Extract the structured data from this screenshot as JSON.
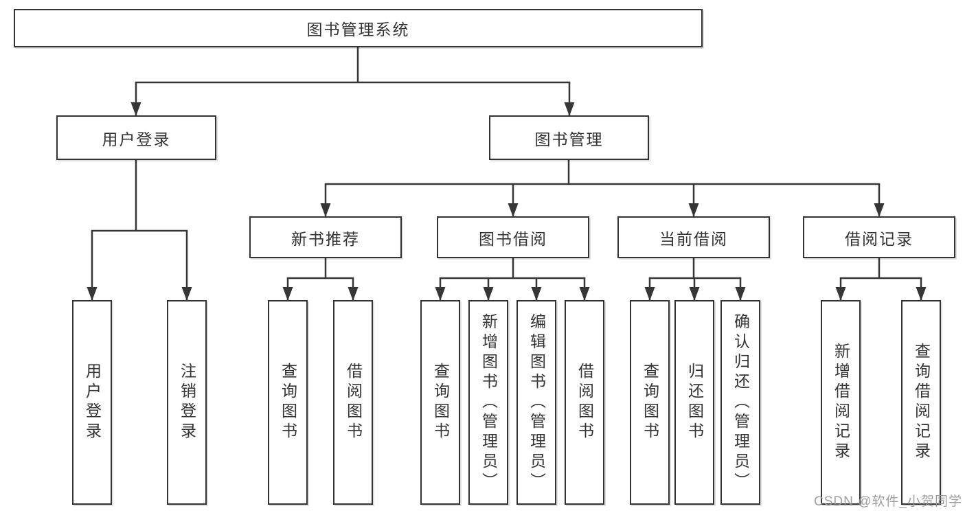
{
  "diagram": {
    "root": {
      "label": "图书管理系统"
    },
    "user_login": {
      "label": "用户登录",
      "children": [
        {
          "label": "用户登录"
        },
        {
          "label": "注销登录"
        }
      ]
    },
    "book_mgmt": {
      "label": "图书管理",
      "sections": [
        {
          "label": "新书推荐",
          "children": [
            {
              "label": "查询图书"
            },
            {
              "label": "借阅图书"
            }
          ]
        },
        {
          "label": "图书借阅",
          "children": [
            {
              "label": "查询图书"
            },
            {
              "label": "新增图书（管理员）"
            },
            {
              "label": "编辑图书（管理员）"
            },
            {
              "label": "借阅图书"
            }
          ]
        },
        {
          "label": "当前借阅",
          "children": [
            {
              "label": "查询图书"
            },
            {
              "label": "归还图书"
            },
            {
              "label": "确认归还（管理员）"
            }
          ]
        },
        {
          "label": "借阅记录",
          "children": [
            {
              "label": "新增借阅记录"
            },
            {
              "label": "查询借阅记录"
            }
          ]
        }
      ]
    }
  },
  "watermark": {
    "text": "CSDN @软件_小贺同学"
  },
  "colors": {
    "line": "#363636",
    "border": "#333333",
    "text": "#333333",
    "background": "#ffffff",
    "watermark": "#969696"
  }
}
